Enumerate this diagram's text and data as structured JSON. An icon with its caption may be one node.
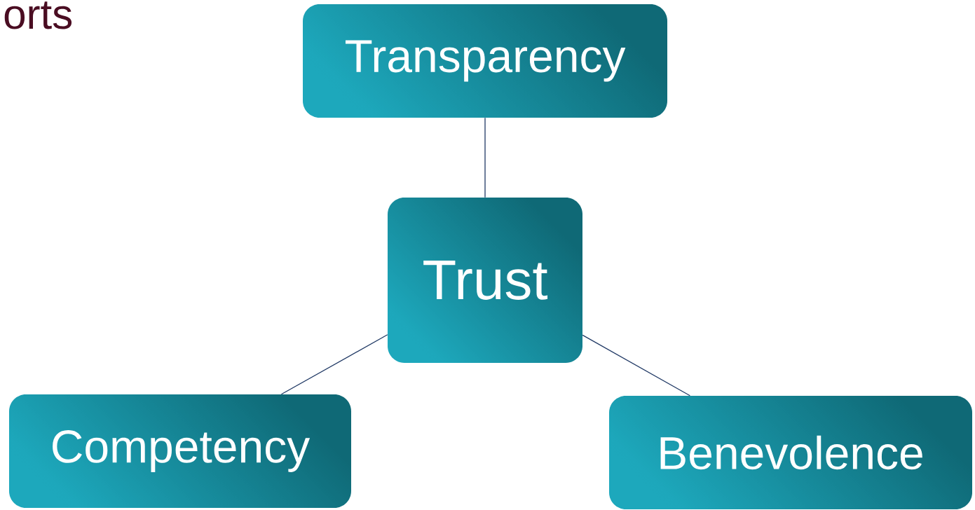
{
  "diagram": {
    "nodes": [
      {
        "text": [
          "Transparency"
        ]
      },
      {
        "text": [
          "Trust"
        ]
      },
      {
        "text": [
          "Competency"
        ]
      },
      {
        "text": [
          "Benevolence"
        ]
      }
    ],
    "edges": [
      {
        "from": 1,
        "to": 0,
        "arrow": "none"
      },
      {
        "from": 1,
        "to": 2,
        "arrow": "none"
      },
      {
        "from": 1,
        "to": 3,
        "arrow": "none"
      }
    ],
    "labels": [
      "orts"
    ]
  }
}
